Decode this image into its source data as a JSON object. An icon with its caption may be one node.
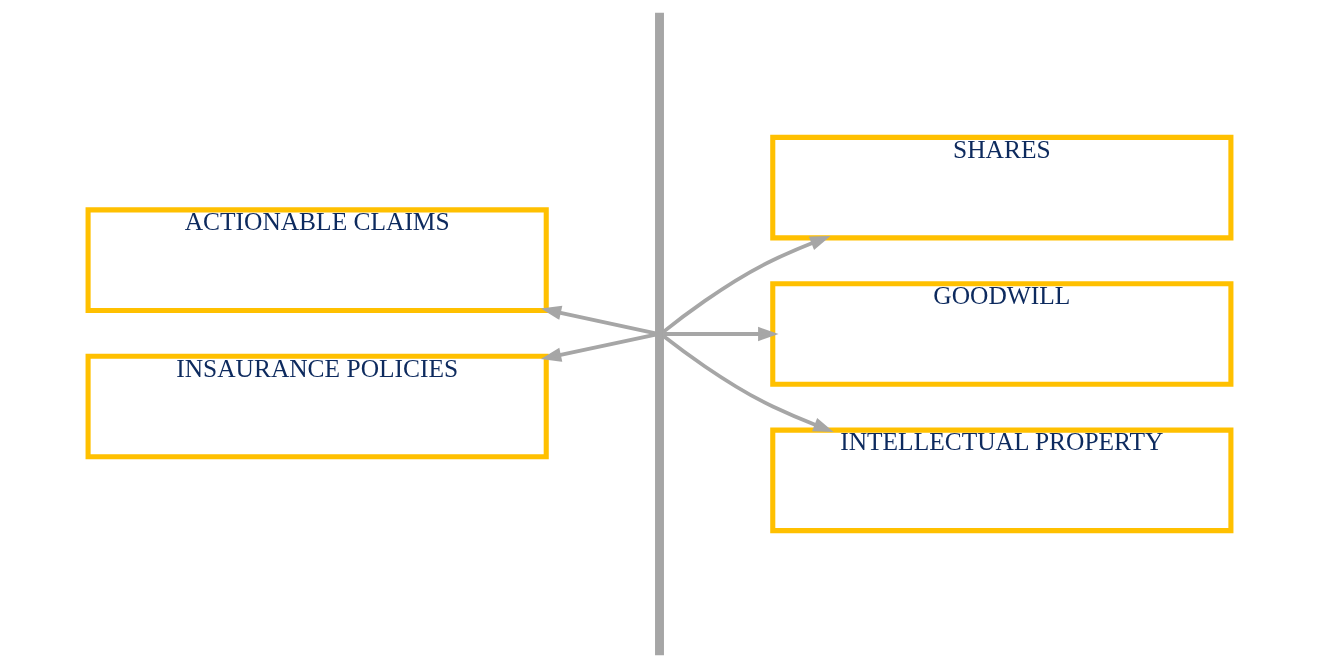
{
  "diagram": {
    "nodes": [
      {
        "text": [],
        "shape": "bar"
      },
      {
        "text": [
          "SHARES"
        ]
      },
      {
        "text": [
          "ACTIONABLE CLAIMS"
        ]
      },
      {
        "text": [
          "GOODWILL"
        ]
      },
      {
        "text": [
          "INSAURANCE POLICIES"
        ]
      },
      {
        "text": [
          "INTELLECTUAL PROPERTY"
        ]
      }
    ],
    "edges": [
      {
        "from": 0,
        "to": 1,
        "arrow": "to"
      },
      {
        "from": 0,
        "to": 2,
        "arrow": "to"
      },
      {
        "from": 0,
        "to": 3,
        "arrow": "to"
      },
      {
        "from": 0,
        "to": 4,
        "arrow": "to"
      },
      {
        "from": 0,
        "to": 5,
        "arrow": "to"
      }
    ]
  }
}
